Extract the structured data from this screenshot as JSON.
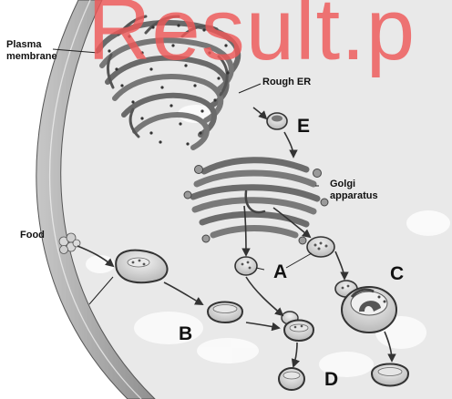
{
  "diagram": {
    "labels": {
      "plasma_membrane": "Plasma\nmembrane",
      "rough_er": "Rough ER",
      "golgi": "Golgi\napparatus",
      "food": "Food",
      "a": "A",
      "b": "B",
      "c": "C",
      "d": "D",
      "e": "E"
    },
    "watermark": "Result.p"
  }
}
